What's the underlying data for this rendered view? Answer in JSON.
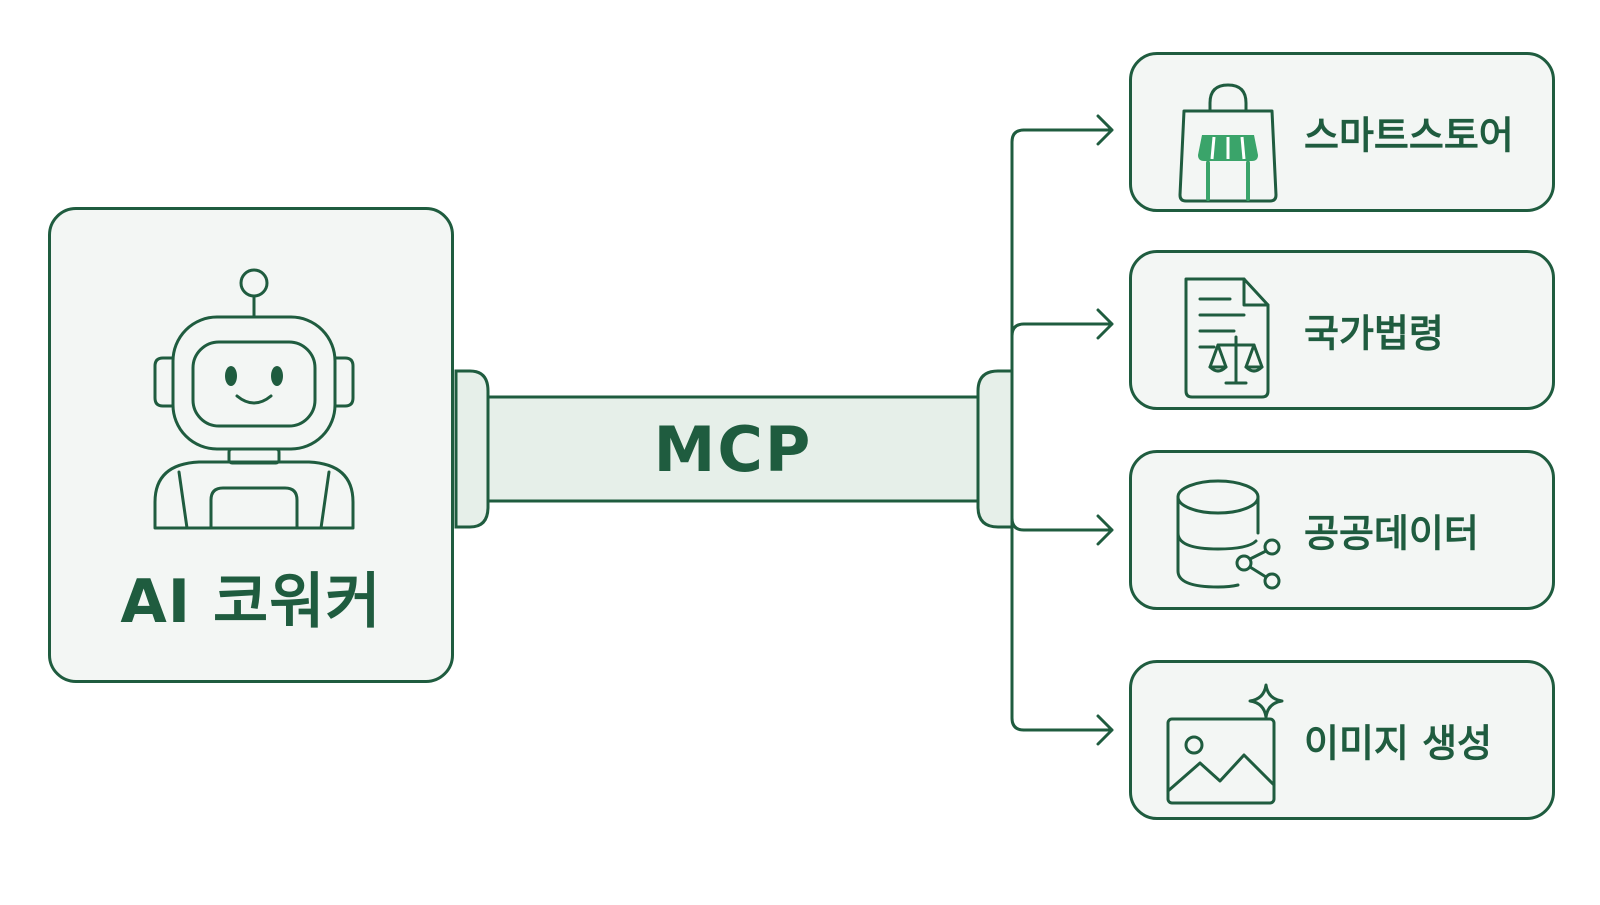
{
  "agent": {
    "label": "AI 코워커",
    "icon": "robot-icon"
  },
  "connector": {
    "label": "MCP"
  },
  "services": [
    {
      "label": "스마트스토어",
      "icon": "shopping-bag-store-icon"
    },
    {
      "label": "국가법령",
      "icon": "legal-document-scale-icon"
    },
    {
      "label": "공공데이터",
      "icon": "database-share-icon"
    },
    {
      "label": "이미지 생성",
      "icon": "image-sparkle-icon"
    }
  ],
  "colors": {
    "stroke": "#1f5c3f",
    "fill": "#f3f6f4",
    "accent": "#3aa46a",
    "mcp_bar": "#e6efe9"
  }
}
